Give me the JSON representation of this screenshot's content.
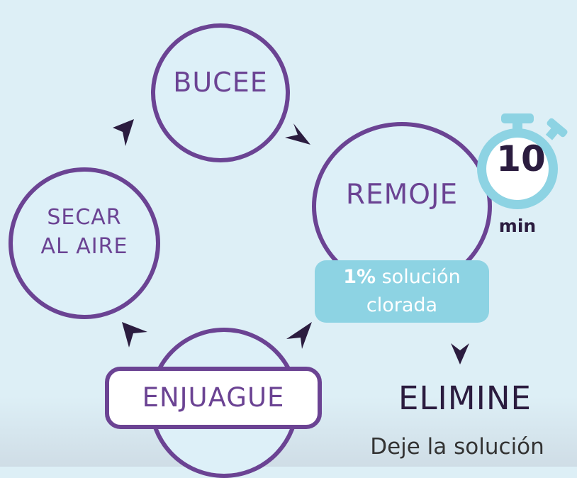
{
  "steps": {
    "bucee": "BUCEE",
    "remoje": "REMOJE",
    "secar_line1": "SECAR",
    "secar_line2": "AL AIRE",
    "enjuague": "ENJUAGUE"
  },
  "solution": {
    "percent": "1%",
    "line1_rest": " solución",
    "line2": "clorada"
  },
  "timer": {
    "value": "10",
    "unit": "min"
  },
  "dispose": {
    "title": "ELIMINE",
    "description": "Deje la solución"
  },
  "colors": {
    "circle_border": "#6b4393",
    "circle_fill": "#ddf0f8",
    "arrow": "#2b1c3f",
    "timer": "#8dd3e3",
    "background": "#ddeff6"
  },
  "icons": [
    "stopwatch-icon",
    "arrow-icon"
  ]
}
